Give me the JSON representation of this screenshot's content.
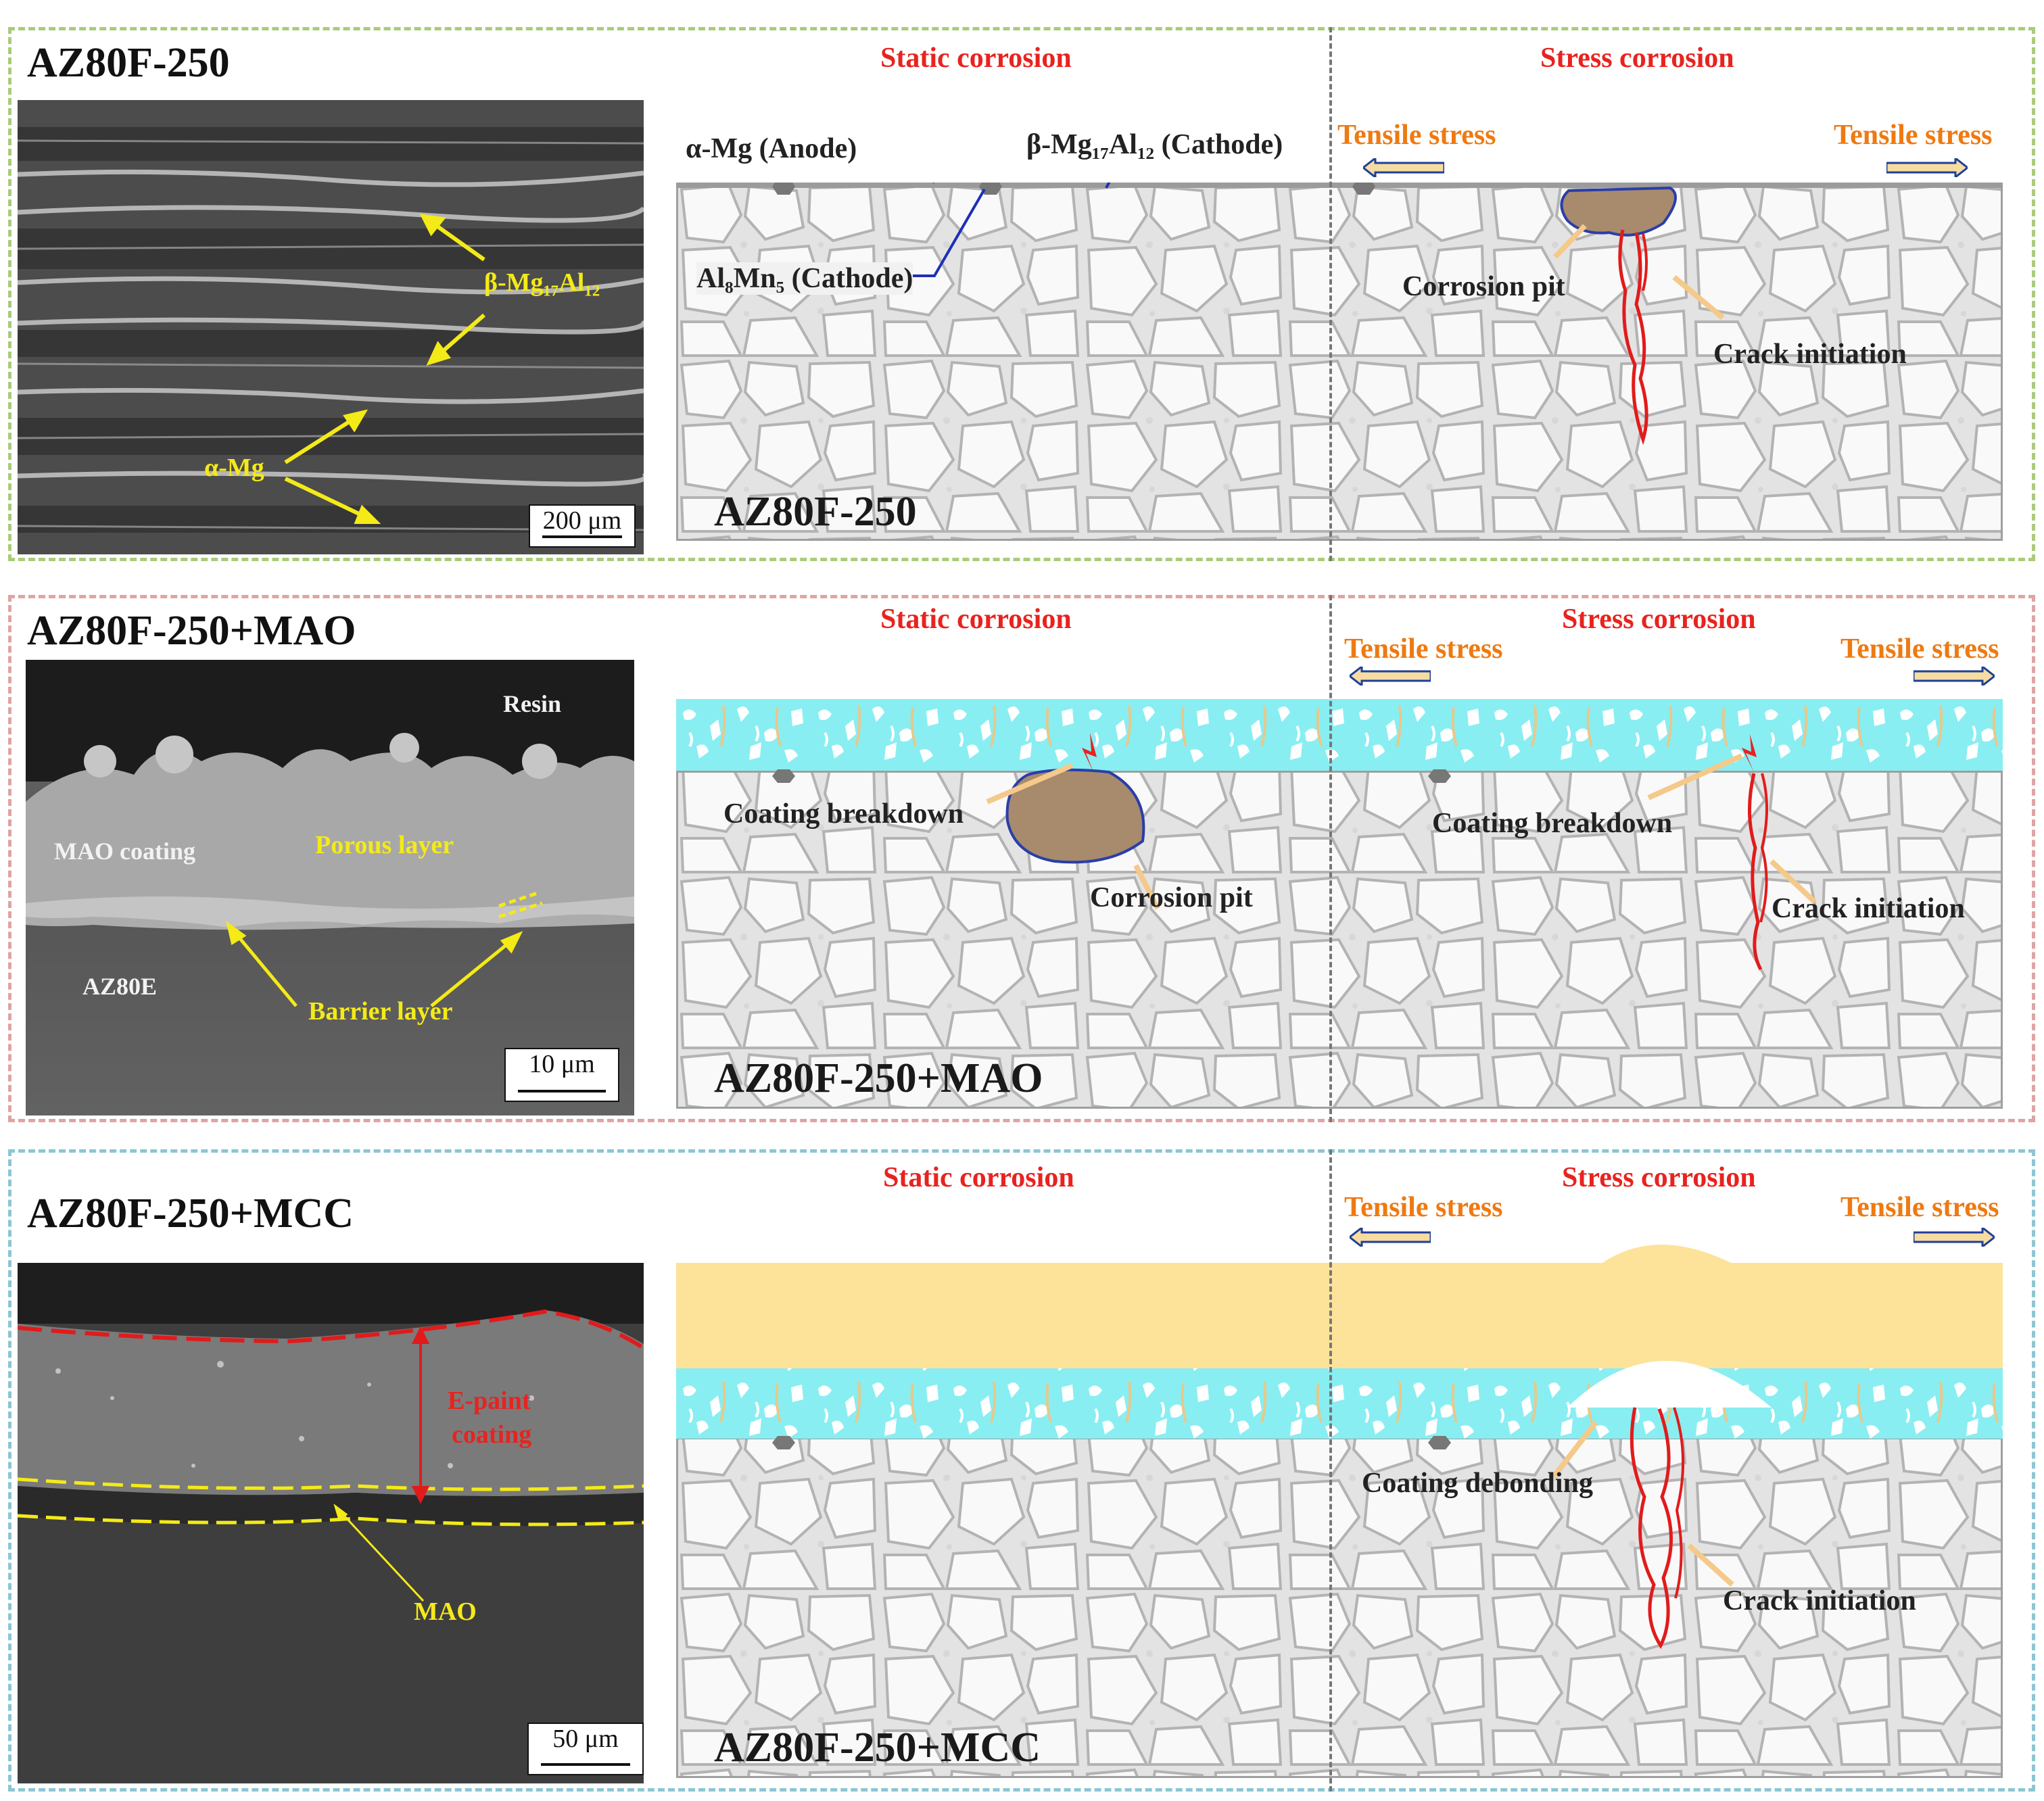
{
  "colors": {
    "panel1_border": "#a9cc7a",
    "panel2_border": "#e0a4a2",
    "panel3_border": "#8cc6d4",
    "mao_layer": "#88eef2",
    "epaint_layer": "#fde39a",
    "corrosion_pit": "#a88a6c",
    "crack": "#e11b1b",
    "label_red": "#e8231f",
    "label_orange": "#ee7a12",
    "label_yellow": "#f4ea18",
    "stress_arrow_fill": "#f7dca2",
    "stress_arrow_stroke": "#1e3f96",
    "grain_fill": "#f8f8f8",
    "grain_boundary": "#bdbdbd"
  },
  "panels": [
    {
      "title": "AZ80F-250",
      "micrograph": {
        "labels": {
          "beta": "β-Mg₁₇Al₁₂",
          "alpha": "α-Mg"
        },
        "scale_bar": "200 μm"
      },
      "schematic": {
        "static_title": "Static corrosion",
        "stress_title": "Stress corrosion",
        "tensile_left": "Tensile stress",
        "tensile_right": "Tensile stress",
        "anode_label": "α-Mg (Anode)",
        "cathode_beta_label": "β-Mg₁₇Al₁₂ (Cathode)",
        "cathode_al_label": "Al₈Mn₅ (Cathode)",
        "pit_label": "Corrosion pit",
        "crack_label": "Crack initiation",
        "sample_label": "AZ80F-250"
      }
    },
    {
      "title": "AZ80F-250+MAO",
      "micrograph": {
        "labels": {
          "resin": "Resin",
          "mao_coating": "MAO coating",
          "porous": "Porous layer",
          "substrate": "AZ80E",
          "barrier": "Barrier layer"
        },
        "scale_bar": "10 μm"
      },
      "schematic": {
        "static_title": "Static corrosion",
        "stress_title": "Stress corrosion",
        "tensile_left": "Tensile stress",
        "tensile_right": "Tensile stress",
        "breakdown_left": "Coating breakdown",
        "breakdown_right": "Coating breakdown",
        "pit_label": "Corrosion pit",
        "crack_label": "Crack initiation",
        "sample_label": "AZ80F-250+MAO"
      }
    },
    {
      "title": "AZ80F-250+MCC",
      "micrograph": {
        "labels": {
          "epaint_1": "E-paint",
          "epaint_2": "coating",
          "mao": "MAO"
        },
        "scale_bar": "50 μm"
      },
      "schematic": {
        "static_title": "Static corrosion",
        "stress_title": "Stress corrosion",
        "tensile_left": "Tensile stress",
        "tensile_right": "Tensile stress",
        "debond_label": "Coating debonding",
        "crack_label": "Crack initiation",
        "sample_label": "AZ80F-250+MCC"
      }
    }
  ]
}
